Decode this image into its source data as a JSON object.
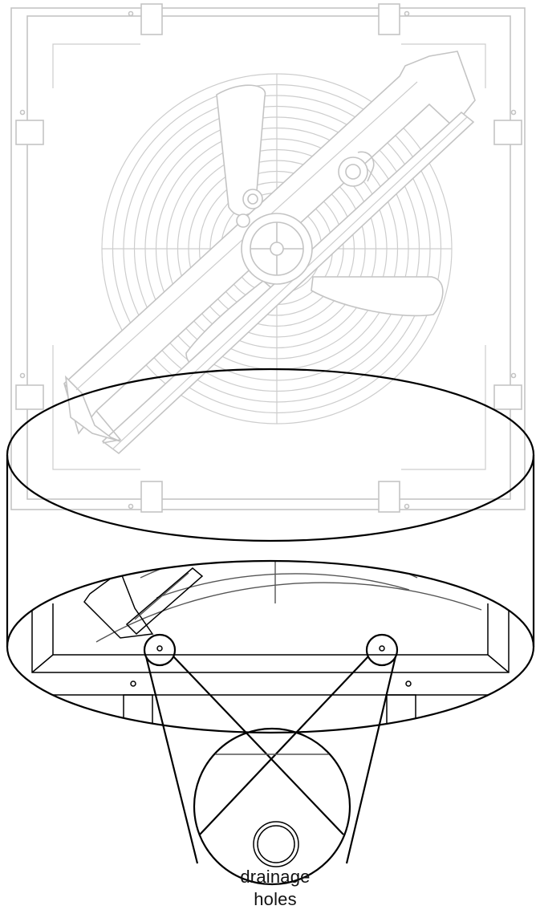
{
  "figure": {
    "callout_label_line1": "drainage",
    "callout_label_line2": "holes"
  },
  "colors": {
    "faint_drawing": "#c4c4c4",
    "outline": "#000000",
    "background": "#ffffff"
  },
  "icons": {
    "fan_guard": "concentric-circles-with-radial-spokes",
    "drainage_hole": "small-ring"
  }
}
